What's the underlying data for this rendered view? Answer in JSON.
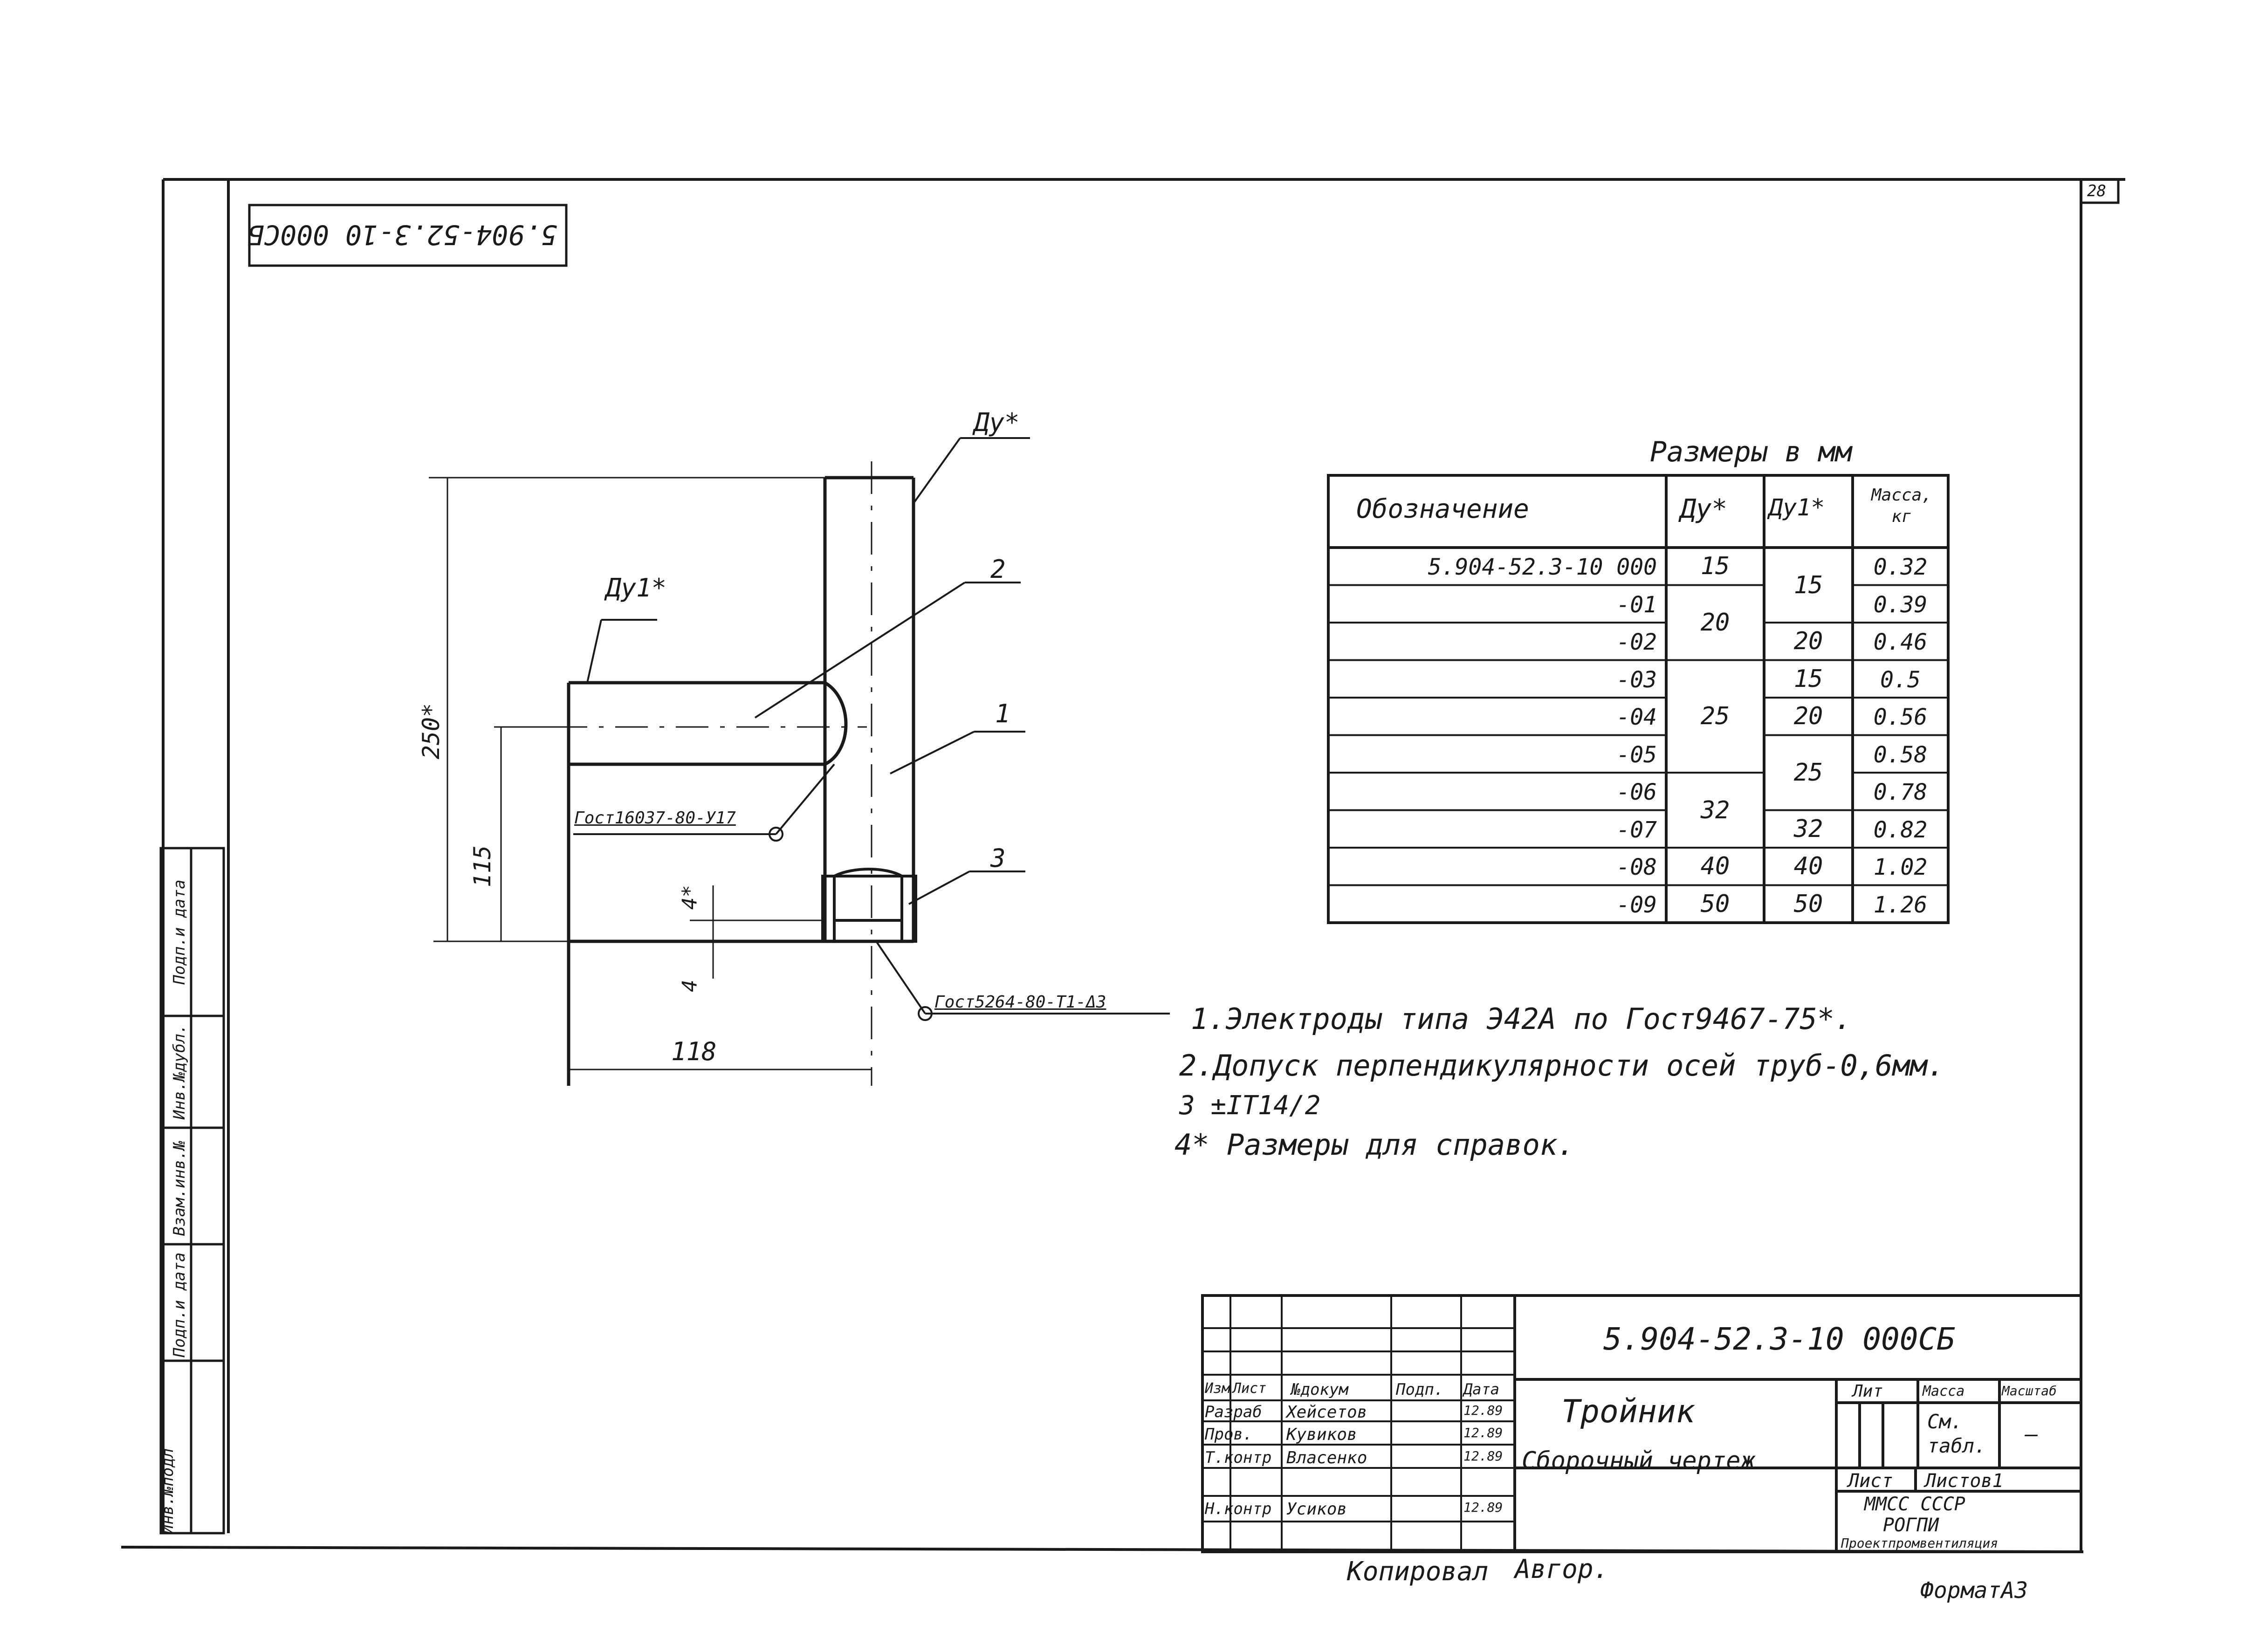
{
  "sheet": {
    "page_number": "28",
    "code_rotated": "5.904-52.3-10 000СБ",
    "copied": "Копировал",
    "copied_signature": "Авгор.",
    "format": "ФорматА3"
  },
  "side_stamp": {
    "labels": [
      "Инв.№подл",
      "Подп.и дата",
      "Взам.инв.№",
      "Инв.№дубл.",
      "Подп.и дата"
    ]
  },
  "drawing": {
    "label_du": "Ду*",
    "label_du1": "Ду1*",
    "callouts": [
      "2",
      "1",
      "3"
    ],
    "dim_height": "250*",
    "dim_115": "115",
    "dim_4star": "4*",
    "dim_4": "4",
    "dim_118": "118",
    "weld_1": "Гост16037-80-У17",
    "weld_2": "Гост5264-80-Т1-Δ3"
  },
  "size_table": {
    "caption": "Размеры в мм",
    "headers": [
      "Обозначение",
      "Ду*",
      "Ду1*",
      "Масса, кг"
    ],
    "rows": [
      {
        "designation": "5.904-52.3-10 000",
        "mass": "0.32"
      },
      {
        "designation": "-01",
        "mass": "0.39"
      },
      {
        "designation": "-02",
        "mass": "0.46"
      },
      {
        "designation": "-03",
        "mass": "0.5"
      },
      {
        "designation": "-04",
        "mass": "0.56"
      },
      {
        "designation": "-05",
        "mass": "0.58"
      },
      {
        "designation": "-06",
        "mass": "0.78"
      },
      {
        "designation": "-07",
        "mass": "0.82"
      },
      {
        "designation": "-08",
        "mass": "1.02"
      },
      {
        "designation": "-09",
        "mass": "1.26"
      }
    ],
    "du_groups": [
      {
        "value": "15",
        "row": 0,
        "span": 1
      },
      {
        "value": "20",
        "row": 1,
        "span": 2
      },
      {
        "value": "25",
        "row": 3,
        "span": 3
      },
      {
        "value": "32",
        "row": 6,
        "span": 2
      },
      {
        "value": "40",
        "row": 8,
        "span": 1
      },
      {
        "value": "50",
        "row": 9,
        "span": 1
      }
    ],
    "du1_groups": [
      {
        "value": "15",
        "row": 0,
        "span": 2
      },
      {
        "value": "20",
        "row": 2,
        "span": 1
      },
      {
        "value": "15",
        "row": 3,
        "span": 1
      },
      {
        "value": "20",
        "row": 4,
        "span": 1
      },
      {
        "value": "25",
        "row": 5,
        "span": 2
      },
      {
        "value": "32",
        "row": 7,
        "span": 1
      },
      {
        "value": "40",
        "row": 8,
        "span": 1
      },
      {
        "value": "50",
        "row": 9,
        "span": 1
      }
    ]
  },
  "notes": [
    "1.Электроды типа Э42А по Гост9467-75*.",
    "2.Допуск перпендикулярности осей труб-0,6мм.",
    "3 ±IT14/2",
    "4* Размеры для справок."
  ],
  "title_block": {
    "designation": "5.904-52.3-10 000СБ",
    "name": "Тройник",
    "doc_type": "Сборочный чертеж",
    "col_headers": [
      "Изм",
      "Лист",
      "№докум",
      "Подп.",
      "Дата"
    ],
    "staff": [
      {
        "role": "Разраб",
        "name": "Хейсетов",
        "date": "12.89"
      },
      {
        "role": "Пров.",
        "name": "Кувиков",
        "date": "12.89"
      },
      {
        "role": "Т.контр",
        "name": "Власенко",
        "date": "12.89"
      },
      {
        "role": "Н.контр",
        "name": "Усиков",
        "date": "12.89"
      }
    ],
    "lit_label": "Лит",
    "mass_label": "Масса",
    "scale_label": "Масштаб",
    "mass_value": "См. табл.",
    "scale_value": "—",
    "sheet_label": "Лист",
    "sheets_label": "Листов1",
    "org_line1": "ММСС СССР",
    "org_line2": "РОГПИ",
    "org_line3": "Проектпромвентиляция"
  }
}
